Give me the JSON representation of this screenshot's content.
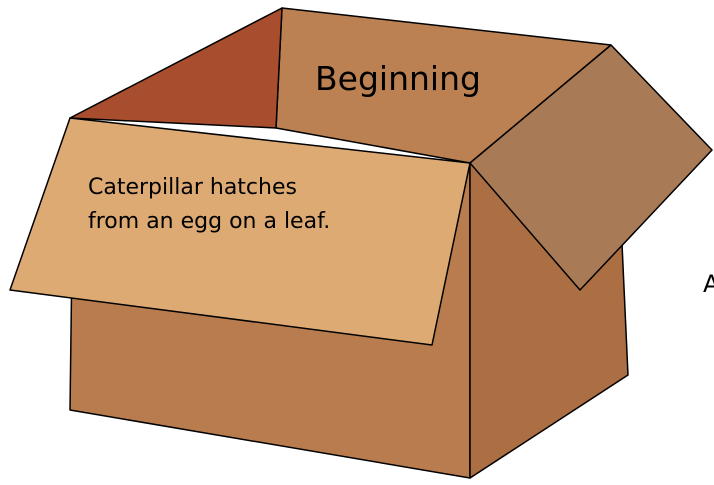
{
  "diagram": {
    "title": "Beginning",
    "description_lines": [
      "Caterpillar hatches",
      "from an egg on a leaf."
    ],
    "edge_fragment": "A"
  },
  "colors": {
    "outline": "#000000",
    "box_front": "#b97c4f",
    "box_side": "#ac6e43",
    "box_inner_back": "#bb8152",
    "box_inner_left": "#a84d2e",
    "front_flap": "#ddaa74",
    "right_flap": "#a87a55"
  }
}
